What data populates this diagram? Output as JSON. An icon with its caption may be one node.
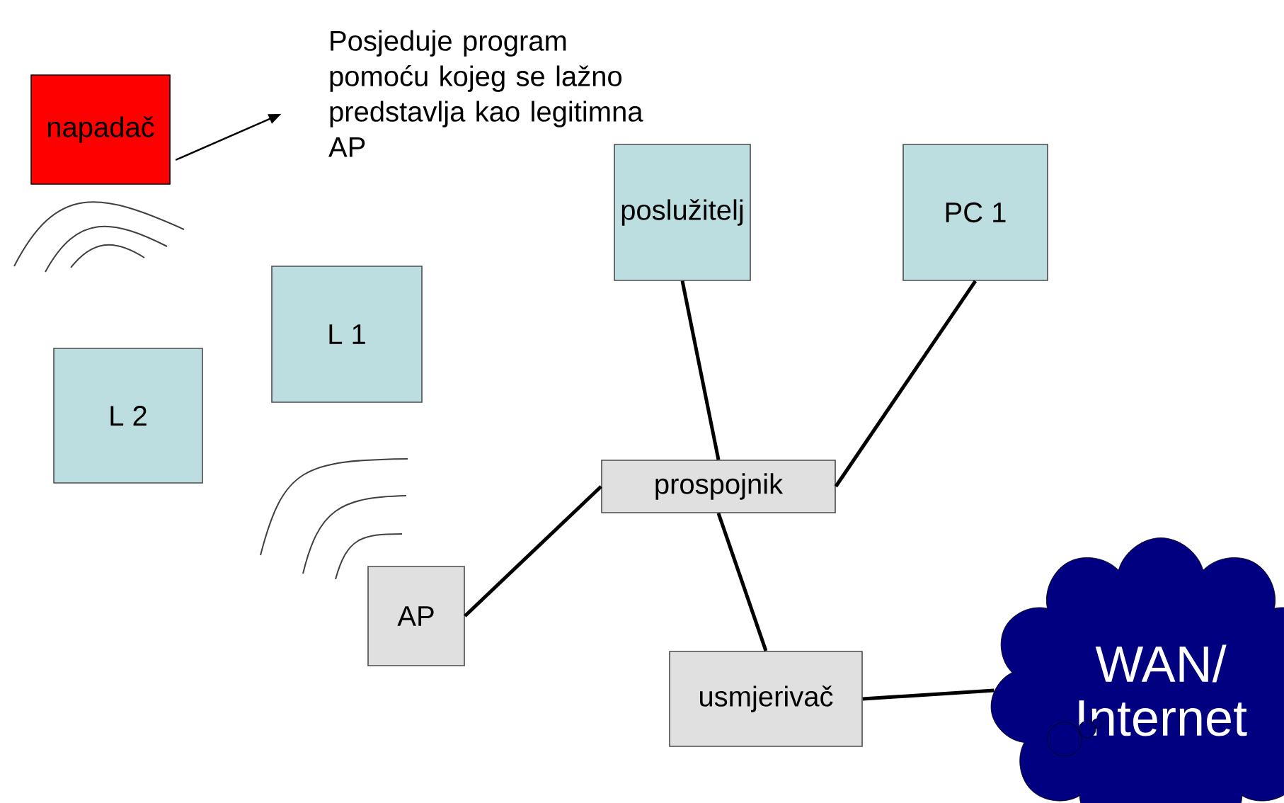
{
  "diagram": {
    "nodes": [
      {
        "text": [
          "napadač"
        ]
      },
      {
        "text": [
          "Posjeduje program pomoću kojeg se lažno predstavlja kao legitimna AP"
        ]
      },
      {
        "text": [
          "poslužitelj"
        ]
      },
      {
        "text": [
          "PC 1"
        ]
      },
      {
        "text": [
          "L 1"
        ]
      },
      {
        "text": [
          "L 2"
        ]
      },
      {
        "text": [
          "prospojnik"
        ]
      },
      {
        "text": [
          "AP"
        ]
      },
      {
        "text": [
          "usmjerivač"
        ]
      },
      {
        "text": [
          "WAN/ Internet"
        ]
      }
    ],
    "edges": [
      {
        "from": 0,
        "to": 1,
        "arrow": "to"
      },
      {
        "from": 2,
        "to": 6,
        "arrow": "none"
      },
      {
        "from": 3,
        "to": 6,
        "arrow": "none"
      },
      {
        "from": 7,
        "to": 6,
        "arrow": "none"
      },
      {
        "from": 6,
        "to": 8,
        "arrow": "none"
      },
      {
        "from": 8,
        "to": 9,
        "arrow": "none"
      }
    ]
  }
}
